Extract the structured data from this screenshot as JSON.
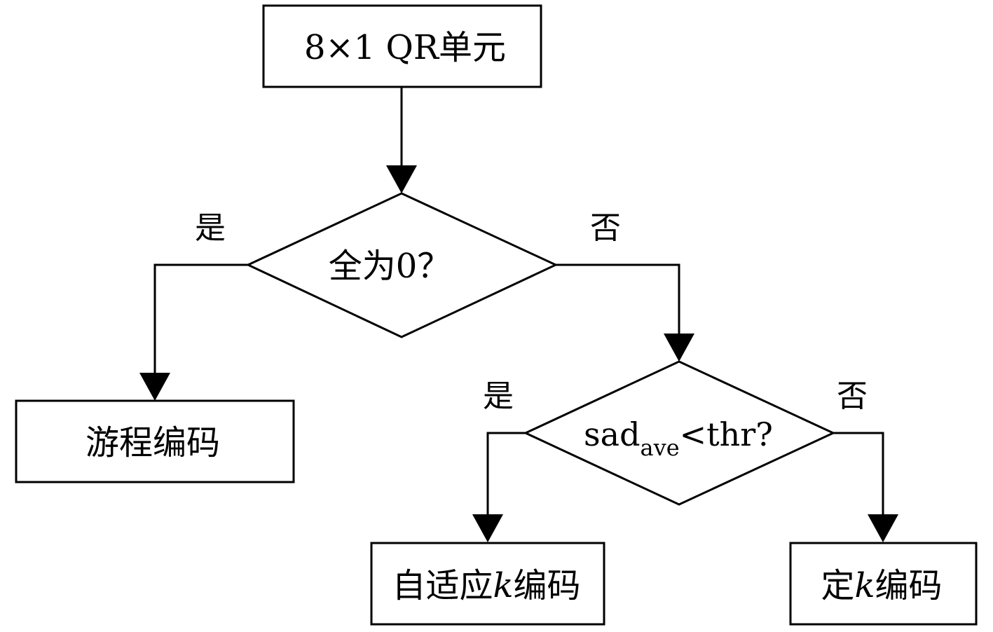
{
  "diagram": {
    "nodes": {
      "start": {
        "text": "8×1 QR单元"
      },
      "decision1": {
        "text": "全为0？"
      },
      "run_length": {
        "text": "游程编码"
      },
      "decision2": {
        "text_main": "sad",
        "text_sub": "ave",
        "text_rest": "<thr?"
      },
      "adaptive_k": {
        "text_before": "自适应",
        "text_k": "k",
        "text_after": "编码"
      },
      "fixed_k": {
        "text_before": "定",
        "text_k": "k",
        "text_after": "编码"
      }
    },
    "edge_labels": {
      "d1_yes": "是",
      "d1_no": "否",
      "d2_yes": "是",
      "d2_no": "否"
    },
    "colors": {
      "stroke": "#000000",
      "background": "#ffffff"
    }
  }
}
